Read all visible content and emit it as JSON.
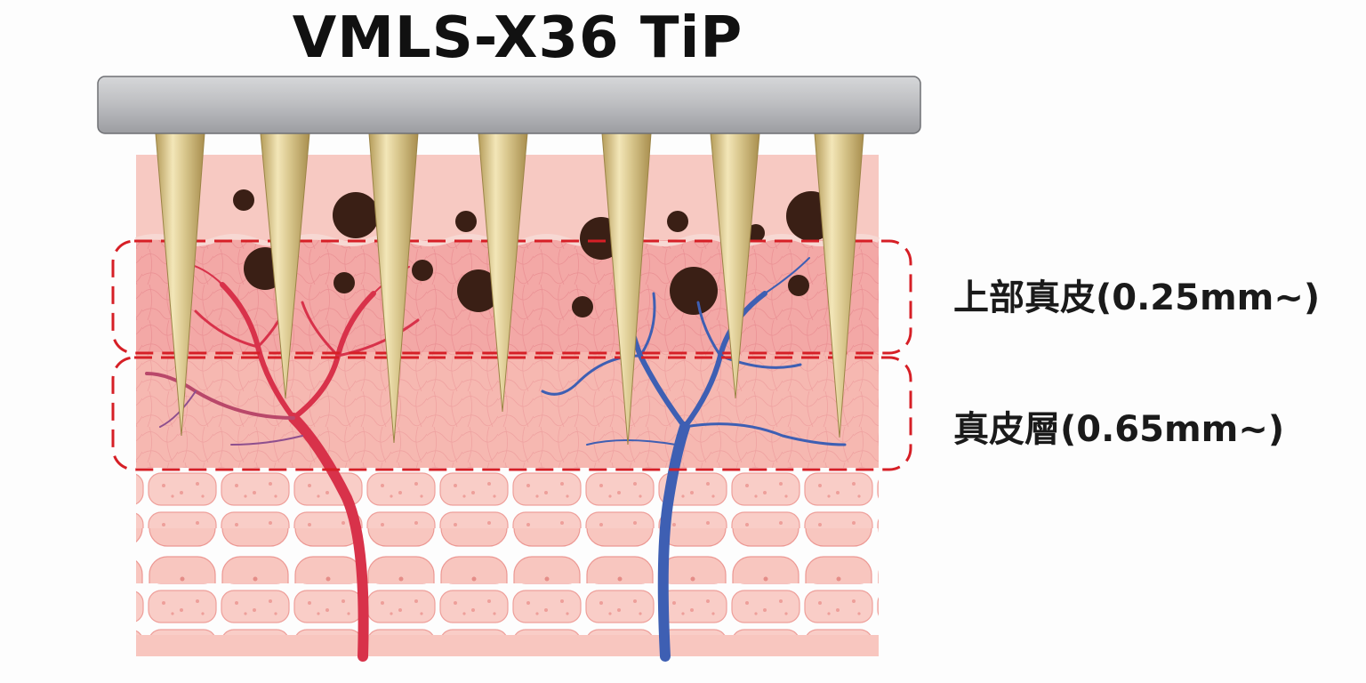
{
  "title": "VMLS-X36 TiP",
  "layers": [
    {
      "label": "上部真皮(0.25mm~)"
    },
    {
      "label": "真皮層(0.65mm~)"
    }
  ],
  "colors": {
    "plate": "#b9babd",
    "needle_gold": "#d9c88e",
    "skin_top": "#f6c4bd",
    "dermis_upper": "#f2a3a2",
    "dermis": "#f5b4ae",
    "subcutis": "#f7bdb6",
    "dashed_box": "#d61f26",
    "pigment": "#3a1f15",
    "artery": "#d8324a",
    "vein": "#3e5fb3"
  }
}
